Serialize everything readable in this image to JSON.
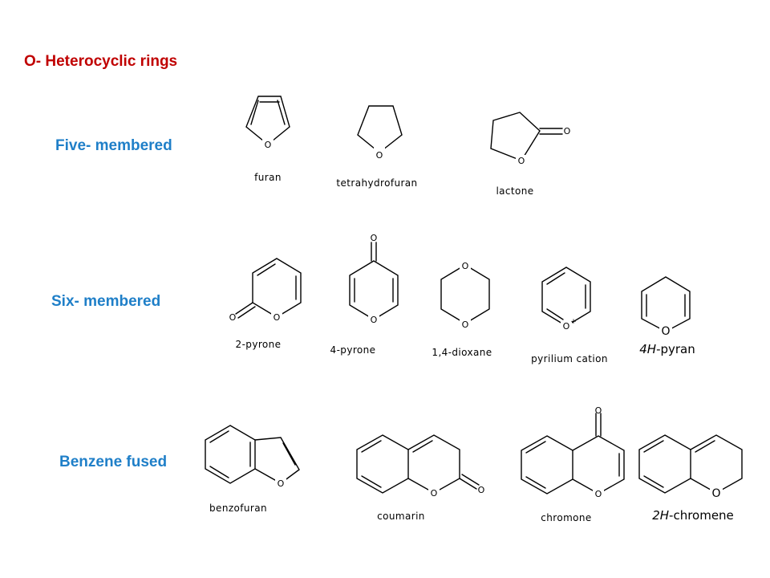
{
  "title": "O- Heterocyclic rings",
  "rows": {
    "five": "Five- membered",
    "six": "Six- membered",
    "fused": "Benzene fused"
  },
  "atom_symbol": "O",
  "charge_symbol": "+",
  "compounds": {
    "furan": "furan",
    "thf": "tetrahydrofuran",
    "lactone": "lactone",
    "pyrone2": "2-pyrone",
    "pyrone4": "4-pyrone",
    "dioxane": "1,4-dioxane",
    "pyrilium": "pyrilium cation",
    "pyran_prefix": "4H",
    "pyran_suffix": "-pyran",
    "benzofuran": "benzofuran",
    "coumarin": "coumarin",
    "chromone": "chromone",
    "chromene_prefix": "2H",
    "chromene_suffix": "-chromene"
  },
  "colors": {
    "title": "#c00000",
    "row_label": "#1f7fc8"
  }
}
